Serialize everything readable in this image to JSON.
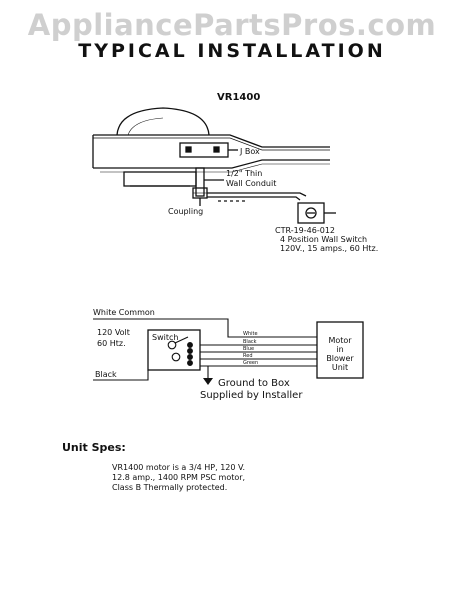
{
  "watermark": "AppliancePartsPros.com",
  "title": "TYPICAL INSTALLATION",
  "installation": {
    "model": "VR1400",
    "j_box": "J Box",
    "conduit_line1": "1/2\" Thin",
    "conduit_line2": "Wall Conduit",
    "coupling": "Coupling",
    "switch_line1": "CTR-19-46-012",
    "switch_line2": "4 Position Wall Switch",
    "switch_line3": "120V., 15 amps., 60 Htz."
  },
  "wiring": {
    "white_common": "White Common",
    "volt": "120 Volt",
    "hz": "60 Htz.",
    "switch": "Switch",
    "black_label": "Black",
    "wires": [
      "White",
      "Black",
      "Blue",
      "Red",
      "Green"
    ],
    "motor_line1": "Motor",
    "motor_line2": "in",
    "motor_line3": "Blower",
    "motor_line4": "Unit",
    "ground_line1": "Ground to Box",
    "ground_line2": "Supplied by Installer"
  },
  "specs": {
    "heading": "Unit Spes:",
    "lines": [
      "VR1400 motor is a 3/4 HP, 120 V.",
      "12.8 amp., 1400 RPM PSC motor,",
      "Class B Thermally protected."
    ]
  }
}
